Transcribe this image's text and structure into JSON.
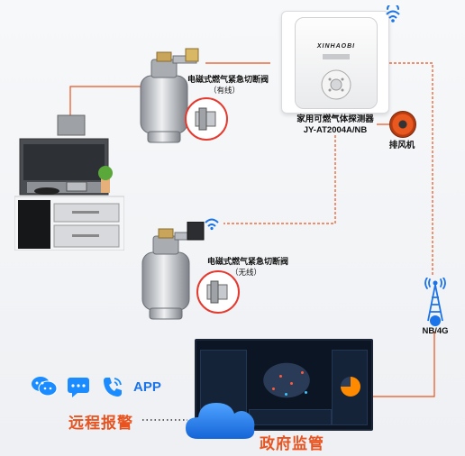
{
  "valve_wired": {
    "title": "电磁式燃气紧急切断阀",
    "sub": "（有线）"
  },
  "valve_wireless": {
    "title": "电磁式燃气紧急切断阀",
    "sub": "（无线）"
  },
  "detector": {
    "brand": "XINHAOBI",
    "name": "家用可燃气体探测器",
    "model": "JY-AT2004A/NB"
  },
  "fan": {
    "label": "排风机"
  },
  "network": {
    "label": "NB/4G"
  },
  "apps": {
    "app_label": "APP"
  },
  "alarm": {
    "label": "远程报警"
  },
  "gov": {
    "label": "政府监管"
  },
  "colors": {
    "link_line": "#e8531f",
    "accent_text": "#e8531f",
    "brand_blue": "#1a73e8"
  },
  "icons": [
    "wifi-icon",
    "chat-bubbles-icon",
    "message-icon",
    "phone-icon",
    "cloud-icon",
    "signal-tower-icon",
    "fan-icon"
  ]
}
